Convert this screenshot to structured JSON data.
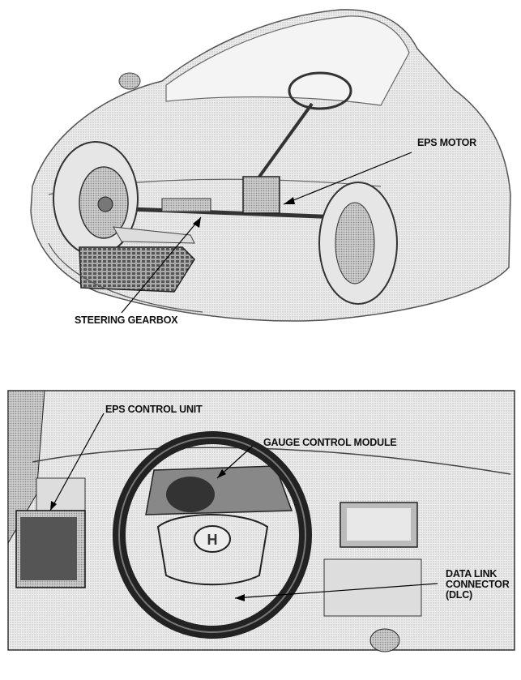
{
  "top_figure": {
    "labels": {
      "eps_motor": "EPS MOTOR",
      "steering_gearbox": "STEERING GEARBOX"
    }
  },
  "bottom_figure": {
    "labels": {
      "eps_control_unit": "EPS CONTROL UNIT",
      "gauge_control_module": "GAUGE CONTROL MODULE",
      "dlc_line1": "DATA LINK",
      "dlc_line2": "CONNECTOR",
      "dlc_line3": "(DLC)"
    },
    "logo_text": "H"
  }
}
